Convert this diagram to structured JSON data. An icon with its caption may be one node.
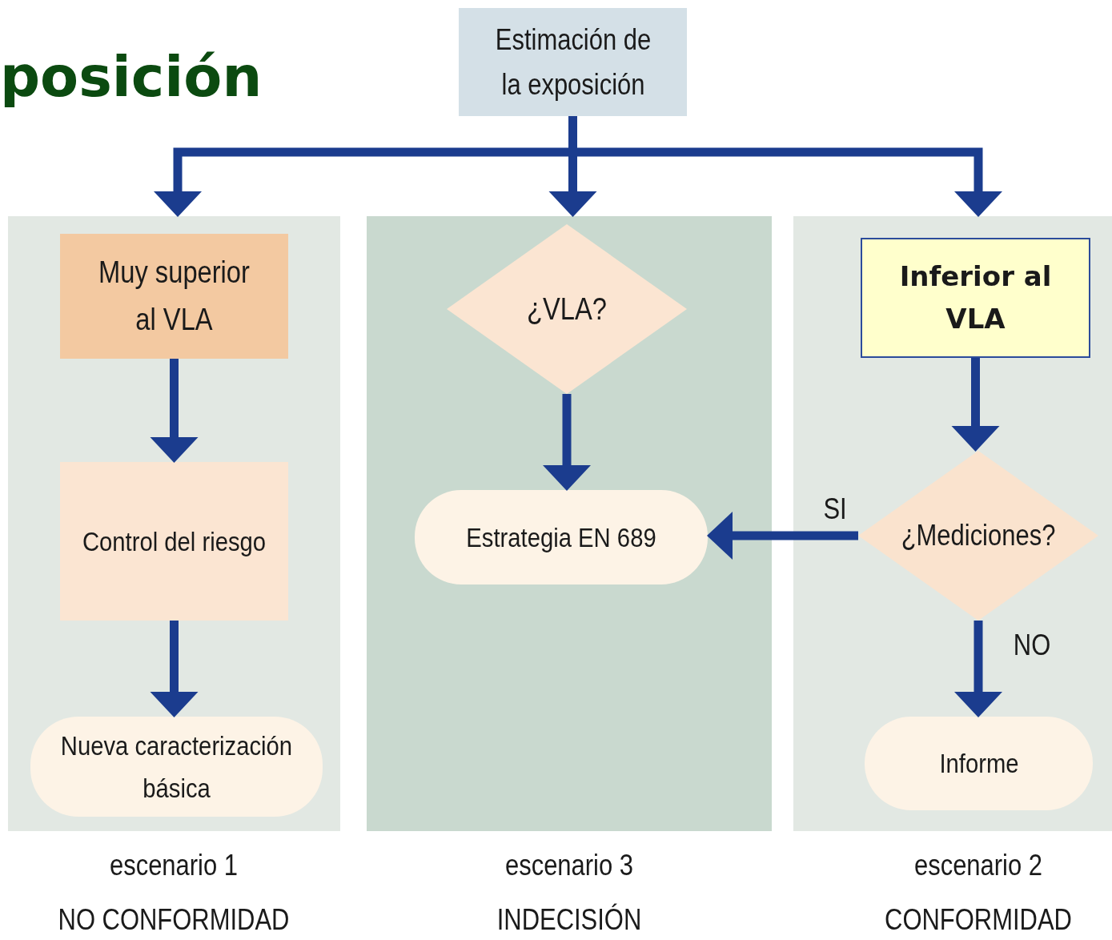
{
  "diagram": {
    "title": "posición",
    "nodes": [
      {
        "text": [
          "Estimación de la exposición"
        ]
      },
      {
        "text": [],
        "shape": "box",
        "beside": [
          "escenario 1",
          "NO CONFORMIDAD"
        ]
      },
      {
        "text": [
          "Muy superior al VLA"
        ],
        "in": 1
      },
      {
        "text": [
          "Control del riesgo"
        ],
        "in": 1
      },
      {
        "text": [
          "Nueva caracterización básica"
        ],
        "in": 1
      },
      {
        "text": [],
        "shape": "box",
        "beside": [
          "escenario 3",
          "INDECISIÓN"
        ]
      },
      {
        "text": [
          "¿VLA?"
        ],
        "in": 5
      },
      {
        "text": [
          "Estrategia EN 689"
        ],
        "in": 5
      },
      {
        "text": [],
        "shape": "box",
        "beside": [
          "escenario 2",
          "CONFORMIDAD"
        ]
      },
      {
        "text": [
          "Inferior al VLA"
        ],
        "in": 8
      },
      {
        "text": [
          "¿Mediciones?"
        ],
        "in": 8
      },
      {
        "text": [
          "Informe"
        ],
        "in": 8
      }
    ],
    "edges": [
      {
        "from": 0,
        "to": 1,
        "arrow": "to"
      },
      {
        "from": 0,
        "to": 5,
        "arrow": "to"
      },
      {
        "from": 0,
        "to": 8,
        "arrow": "to"
      },
      {
        "from": 2,
        "to": 3,
        "arrow": "to"
      },
      {
        "from": 3,
        "to": 4,
        "arrow": "to"
      },
      {
        "from": 6,
        "to": 7,
        "arrow": "to"
      },
      {
        "from": 9,
        "to": 10,
        "arrow": "to"
      },
      {
        "from": 10,
        "to": 7,
        "arrow": "to",
        "label": "SI"
      },
      {
        "from": 10,
        "to": 11,
        "arrow": "to",
        "label": "NO"
      }
    ]
  }
}
